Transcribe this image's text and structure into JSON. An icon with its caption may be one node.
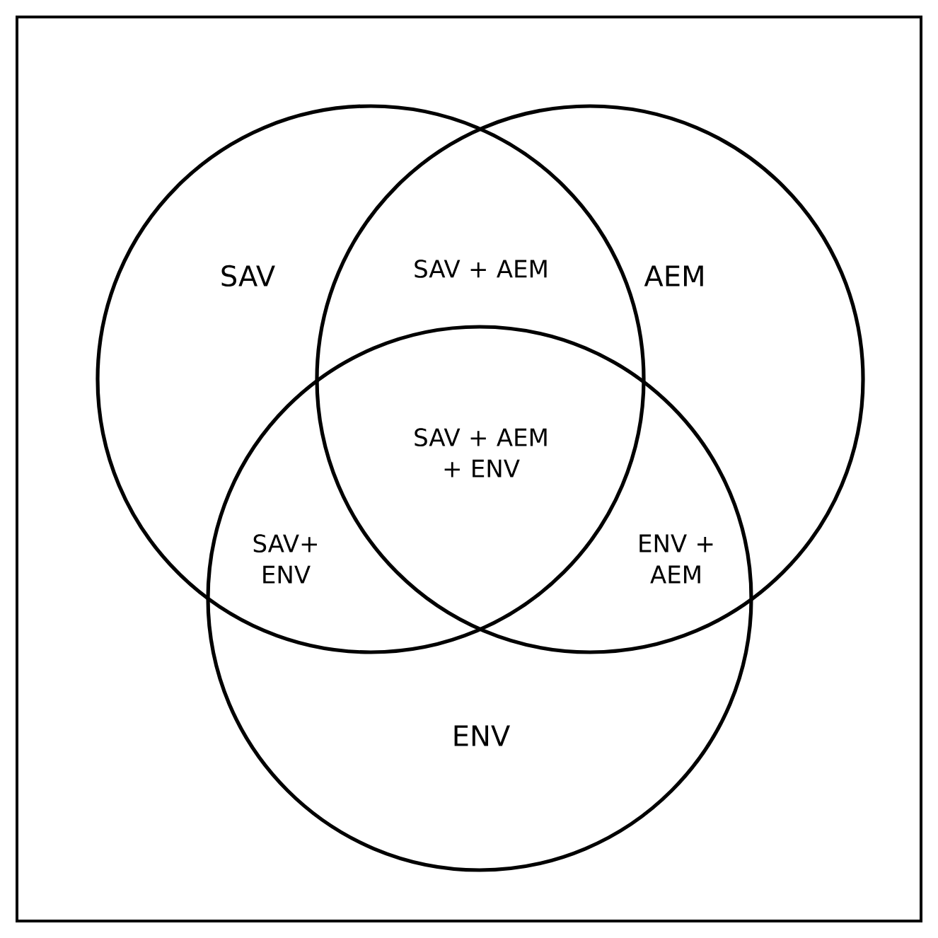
{
  "diagram": {
    "nodes": [
      {
        "text": [
          "SAV"
        ]
      },
      {
        "text": [
          "AEM"
        ]
      },
      {
        "text": [
          "ENV"
        ]
      }
    ],
    "labels": [
      "SAV + AEM",
      "SAV + AEM + ENV",
      "SAV+ ENV",
      "ENV + AEM"
    ]
  }
}
